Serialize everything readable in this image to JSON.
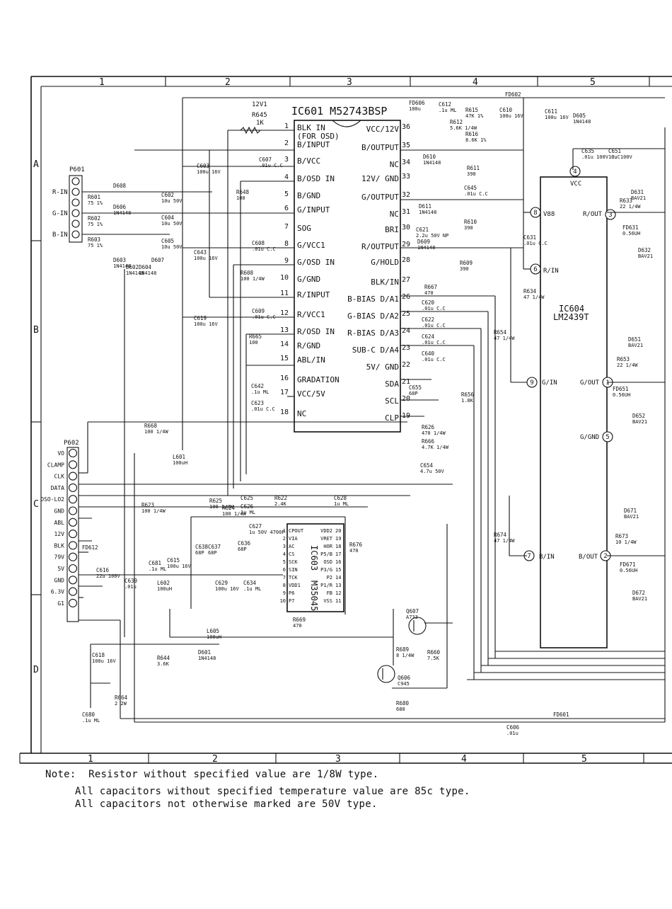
{
  "border": {
    "columns_top": [
      "1",
      "2",
      "3",
      "4",
      "5"
    ],
    "columns_bottom": [
      "1",
      "2",
      "3",
      "4",
      "5"
    ],
    "rows": [
      "A",
      "B",
      "C",
      "D"
    ]
  },
  "ic601": {
    "title": "IC601 M52743BSP",
    "left_pins": [
      {
        "num": "1",
        "name": "BLK IN"
      },
      {
        "num": "",
        "name": "(FOR OSD)"
      },
      {
        "num": "2",
        "name": "B/INPUT"
      },
      {
        "num": "3",
        "name": "B/VCC"
      },
      {
        "num": "4",
        "name": "B/OSD IN"
      },
      {
        "num": "5",
        "name": "B/GND"
      },
      {
        "num": "6",
        "name": "G/INPUT"
      },
      {
        "num": "7",
        "name": "SOG"
      },
      {
        "num": "8",
        "name": "G/VCC1"
      },
      {
        "num": "9",
        "name": "G/OSD IN"
      },
      {
        "num": "10",
        "name": "G/GND"
      },
      {
        "num": "11",
        "name": "R/INPUT"
      },
      {
        "num": "12",
        "name": "R/VCC1"
      },
      {
        "num": "13",
        "name": "R/OSD IN"
      },
      {
        "num": "14",
        "name": "R/GND"
      },
      {
        "num": "15",
        "name": "ABL/IN"
      },
      {
        "num": "16",
        "name": "GRADATION"
      },
      {
        "num": "17",
        "name": "VCC/5V"
      },
      {
        "num": "18",
        "name": "NC"
      }
    ],
    "right_pins": [
      {
        "num": "36",
        "name": "VCC/12V"
      },
      {
        "num": "35",
        "name": "B/OUTPUT"
      },
      {
        "num": "34",
        "name": "NC"
      },
      {
        "num": "33",
        "name": "12V/ GND"
      },
      {
        "num": "32",
        "name": "G/OUTPUT"
      },
      {
        "num": "31",
        "name": "NC"
      },
      {
        "num": "30",
        "name": "BRI"
      },
      {
        "num": "29",
        "name": "R/OUTPUT"
      },
      {
        "num": "28",
        "name": "G/HOLD"
      },
      {
        "num": "27",
        "name": "BLK/IN"
      },
      {
        "num": "26",
        "name": "B-BIAS D/A1"
      },
      {
        "num": "25",
        "name": "G-BIAS D/A2"
      },
      {
        "num": "24",
        "name": "R-BIAS D/A3"
      },
      {
        "num": "23",
        "name": "SUB-C D/A4"
      },
      {
        "num": "22",
        "name": "5V/ GND"
      },
      {
        "num": "21",
        "name": "SDA"
      },
      {
        "num": "20",
        "name": "SCL"
      },
      {
        "num": "19",
        "name": "CLP"
      }
    ]
  },
  "ic603": {
    "title": "IC603",
    "part": "M35045",
    "left_pins": [
      {
        "num": "1",
        "name": "CPOUT"
      },
      {
        "num": "2",
        "name": "VIA"
      },
      {
        "num": "3",
        "name": "AC"
      },
      {
        "num": "4",
        "name": "CS"
      },
      {
        "num": "5",
        "name": "SCK"
      },
      {
        "num": "6",
        "name": "SIN"
      },
      {
        "num": "7",
        "name": "TCK"
      },
      {
        "num": "8",
        "name": "VDD1"
      },
      {
        "num": "9",
        "name": "P6"
      },
      {
        "num": "10",
        "name": "P7"
      }
    ],
    "right_pins": [
      {
        "num": "20",
        "name": "VDD2"
      },
      {
        "num": "19",
        "name": "VRET"
      },
      {
        "num": "18",
        "name": "HOR"
      },
      {
        "num": "17",
        "name": "P5/B"
      },
      {
        "num": "16",
        "name": "OSD"
      },
      {
        "num": "15",
        "name": "P3/G"
      },
      {
        "num": "14",
        "name": "P2"
      },
      {
        "num": "13",
        "name": "P1/R"
      },
      {
        "num": "12",
        "name": "FB"
      },
      {
        "num": "11",
        "name": "VSS"
      }
    ]
  },
  "ic604": {
    "title": "IC604",
    "part": "LM2439T",
    "pins": [
      {
        "num": "4",
        "name": "VCC"
      },
      {
        "num": "8",
        "name": "V88"
      },
      {
        "num": "3",
        "name": "R/OUT"
      },
      {
        "num": "6",
        "name": "R/IN"
      },
      {
        "num": "9",
        "name": "G/IN"
      },
      {
        "num": "1",
        "name": "G/OUT"
      },
      {
        "num": "5",
        "name": "G/GND"
      },
      {
        "num": "7",
        "name": "B/IN"
      },
      {
        "num": "2",
        "name": "B/OUT"
      }
    ]
  },
  "connectors": {
    "p601": {
      "name": "P601",
      "pins": [
        "R-IN",
        "G-IN",
        "B-IN"
      ]
    },
    "p602": {
      "name": "P602",
      "pins": [
        "VO",
        "CLAMP",
        "CLK",
        "DATA",
        "OSO-LO2",
        "GND",
        "ABL",
        "12V",
        "BLK",
        "79V",
        "5V",
        "GND",
        "6.3V",
        "G1"
      ]
    }
  },
  "top_labels": {
    "supply": "12V1",
    "r645": "R645",
    "r645_val": "1K"
  },
  "components": [
    {
      "ref": "C603",
      "val": "100u 16V"
    },
    {
      "ref": "C607",
      "val": ".01u C.C"
    },
    {
      "ref": "R648",
      "val": "100"
    },
    {
      "ref": "C602",
      "val": "10u 50V"
    },
    {
      "ref": "C604",
      "val": "10u 50V"
    },
    {
      "ref": "C605",
      "val": "10u 50V"
    },
    {
      "ref": "C643",
      "val": "100u 16V"
    },
    {
      "ref": "C608",
      "val": ".01u C.C"
    },
    {
      "ref": "R608",
      "val": "100 1/4W"
    },
    {
      "ref": "C609",
      "val": ".01u C.C"
    },
    {
      "ref": "C619",
      "val": "100u 16V"
    },
    {
      "ref": "R665",
      "val": "100"
    },
    {
      "ref": "C642",
      "val": ".1u ML"
    },
    {
      "ref": "C623",
      "val": ".01u C.C"
    },
    {
      "ref": "R601",
      "val": "75 1%"
    },
    {
      "ref": "R602",
      "val": "75 1%"
    },
    {
      "ref": "R603",
      "val": "75 1%"
    },
    {
      "ref": "D608",
      "val": ""
    },
    {
      "ref": "D606",
      "val": "1N4148"
    },
    {
      "ref": "D603",
      "val": "1N4148"
    },
    {
      "ref": "D602",
      "val": "1N4148"
    },
    {
      "ref": "D604",
      "val": "1N4148"
    },
    {
      "ref": "D607",
      "val": ""
    },
    {
      "ref": "FD606",
      "val": "100u"
    },
    {
      "ref": "C612",
      "val": ".1u ML"
    },
    {
      "ref": "R615",
      "val": "47K 1%"
    },
    {
      "ref": "R612",
      "val": "5.6K 1/4W"
    },
    {
      "ref": "R616",
      "val": "8.6K 1%"
    },
    {
      "ref": "D610",
      "val": "1N4148"
    },
    {
      "ref": "R611",
      "val": "390"
    },
    {
      "ref": "C645",
      "val": ".01u C.C"
    },
    {
      "ref": "D611",
      "val": "1N4148"
    },
    {
      "ref": "R610",
      "val": "390"
    },
    {
      "ref": "C621",
      "val": "2.2u 50V NP"
    },
    {
      "ref": "D609",
      "val": "1N4148"
    },
    {
      "ref": "R609",
      "val": "390"
    },
    {
      "ref": "R667",
      "val": "470"
    },
    {
      "ref": "C620",
      "val": ".01u C.C"
    },
    {
      "ref": "C622",
      "val": ".01u C.C"
    },
    {
      "ref": "C624",
      "val": ".01u C.C"
    },
    {
      "ref": "C640",
      "val": ".01u C.C"
    },
    {
      "ref": "C655",
      "val": "68P"
    },
    {
      "ref": "R626",
      "val": "470 1/4W"
    },
    {
      "ref": "R666",
      "val": "4.7K 1/4W"
    },
    {
      "ref": "C654",
      "val": "4.7u 50V"
    },
    {
      "ref": "R656",
      "val": "1.8K"
    },
    {
      "ref": "C610",
      "val": "100u 16V"
    },
    {
      "ref": "C611",
      "val": "100u 16V"
    },
    {
      "ref": "D605",
      "val": "1N4148"
    },
    {
      "ref": "FD602",
      "val": ""
    },
    {
      "ref": "C631",
      "val": ".01u C.C"
    },
    {
      "ref": "R634",
      "val": "47 1/4W"
    },
    {
      "ref": "R654",
      "val": "47 1/4W"
    },
    {
      "ref": "R674",
      "val": "47 1/4W"
    },
    {
      "ref": "C635",
      "val": ".01u 100V C.C"
    },
    {
      "ref": "C651",
      "val": "10u 100V"
    },
    {
      "ref": "D631",
      "val": "BAV21"
    },
    {
      "ref": "R633",
      "val": "22 1/4W"
    },
    {
      "ref": "FD631",
      "val": "0.56UH"
    },
    {
      "ref": "D632",
      "val": "BAV21"
    },
    {
      "ref": "D651",
      "val": "BAV21"
    },
    {
      "ref": "R653",
      "val": "22 1/4W"
    },
    {
      "ref": "FD651",
      "val": "0.56UH"
    },
    {
      "ref": "D652",
      "val": "BAV21"
    },
    {
      "ref": "D671",
      "val": "BAV21"
    },
    {
      "ref": "R673",
      "val": "10 1/4W"
    },
    {
      "ref": "FD671",
      "val": "0.56UH"
    },
    {
      "ref": "D672",
      "val": "BAV21"
    },
    {
      "ref": "R668",
      "val": "100 1/4W"
    },
    {
      "ref": "L601",
      "val": "100uH"
    },
    {
      "ref": "R623",
      "val": "100 1/4W"
    },
    {
      "ref": "C625",
      "val": ""
    },
    {
      "ref": "C626",
      "val": "1u ML"
    },
    {
      "ref": "R622",
      "val": "2.4K"
    },
    {
      "ref": "C628",
      "val": "1u ML"
    },
    {
      "ref": "C627",
      "val": "1u 50V 4700P"
    },
    {
      "ref": "R625",
      "val": "100 1/4W"
    },
    {
      "ref": "R624",
      "val": "100 1/4W"
    },
    {
      "ref": "C638",
      "val": "68P"
    },
    {
      "ref": "C637",
      "val": "68P"
    },
    {
      "ref": "C636",
      "val": "68P"
    },
    {
      "ref": "R676",
      "val": "470"
    },
    {
      "ref": "FD612",
      "val": ""
    },
    {
      "ref": "C616",
      "val": "22u 100V"
    },
    {
      "ref": "C639",
      "val": ".01u"
    },
    {
      "ref": "C681",
      "val": ".1u ML"
    },
    {
      "ref": "C615",
      "val": "100u 16V"
    },
    {
      "ref": "L602",
      "val": "100uH"
    },
    {
      "ref": "C629",
      "val": "100u 16V"
    },
    {
      "ref": "C634",
      "val": ".1u ML"
    },
    {
      "ref": "R669",
      "val": "470"
    },
    {
      "ref": "L605",
      "val": "100uH"
    },
    {
      "ref": "R644",
      "val": "3.6K"
    },
    {
      "ref": "D601",
      "val": "1N4148"
    },
    {
      "ref": "C618",
      "val": "100u 16V"
    },
    {
      "ref": "R664",
      "val": "2 2W"
    },
    {
      "ref": "C680",
      "val": ".1u ML"
    },
    {
      "ref": "Q607",
      "val": "A733"
    },
    {
      "ref": "R689",
      "val": "8 1/4W"
    },
    {
      "ref": "R660",
      "val": "7.5K"
    },
    {
      "ref": "Q606",
      "val": "C945"
    },
    {
      "ref": "R680",
      "val": "680"
    },
    {
      "ref": "FD601",
      "val": ""
    },
    {
      "ref": "C606",
      "val": ".01u"
    }
  ],
  "notes": [
    "Note:  Resistor without specified value are 1/8W type.",
    "All capacitors without specified temperature value are 85c type.",
    "All capacitors not otherwise marked are 50V type."
  ]
}
